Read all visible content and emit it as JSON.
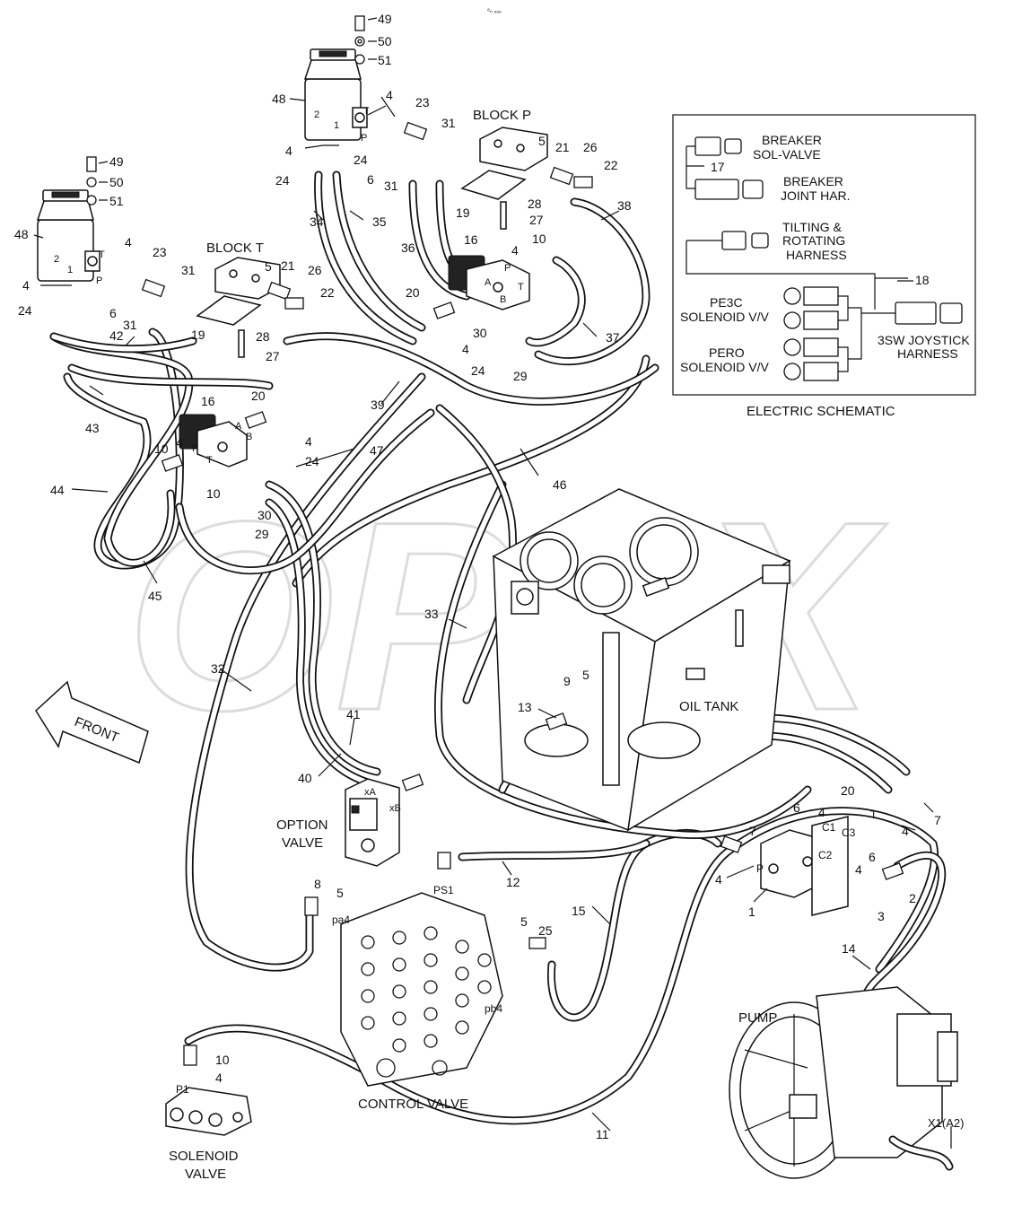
{
  "header": {
    "tiny_mark": "⁸ₙ ₒₒₒ"
  },
  "captions": {
    "block_p": "BLOCK P",
    "block_t": "BLOCK T",
    "oil_tank": "OIL TANK",
    "option_valve_1": "OPTION",
    "option_valve_2": "VALVE",
    "control_valve": "CONTROL VALVE",
    "solenoid_valve_1": "SOLENOID",
    "solenoid_valve_2": "VALVE",
    "pump": "PUMP",
    "front": "FRONT",
    "watermark": "OPEX"
  },
  "schematic": {
    "title": "ELECTRIC SCHEMATIC",
    "breaker_sol_1": "BREAKER",
    "breaker_sol_2": "SOL-VALVE",
    "breaker_joint_1": "BREAKER",
    "breaker_joint_2": "JOINT HAR.",
    "tilting_1": "TILTING &",
    "tilting_2": "ROTATING",
    "tilting_3": "HARNESS",
    "pe3c_1": "PE3C",
    "pe3c_2": "SOLENOID V/V",
    "pero_1": "PERO",
    "pero_2": "SOLENOID V/V",
    "joystick_1": "3SW JOYSTICK",
    "joystick_2": "HARNESS",
    "ref_17": "17",
    "ref_18": "18"
  },
  "ports": {
    "two": "2",
    "one": "1",
    "t": "T",
    "p": "P",
    "a": "A",
    "b": "B",
    "xa": "xA",
    "xb": "xB",
    "ps1": "PS1",
    "pa4": "pa4",
    "pb4": "pb4",
    "c1": "C1",
    "c2": "C2",
    "c3": "C3",
    "p1": "P1",
    "x1a2": "X1(A2)"
  },
  "callouts": {
    "n1": "1",
    "n2": "2",
    "n3": "3",
    "n4": "4",
    "n5": "5",
    "n6": "6",
    "n7": "7",
    "n8": "8",
    "n9": "9",
    "n10": "10",
    "n11": "11",
    "n12": "12",
    "n13": "13",
    "n14": "14",
    "n15": "15",
    "n16": "16",
    "n19": "19",
    "n20": "20",
    "n21": "21",
    "n22": "22",
    "n23": "23",
    "n24": "24",
    "n25": "25",
    "n26": "26",
    "n27": "27",
    "n28": "28",
    "n29": "29",
    "n30": "30",
    "n31": "31",
    "n32": "32",
    "n33": "33",
    "n34": "34",
    "n35": "35",
    "n36": "36",
    "n37": "37",
    "n38": "38",
    "n39": "39",
    "n40": "40",
    "n41": "41",
    "n42": "42",
    "n43": "43",
    "n44": "44",
    "n45": "45",
    "n46": "46",
    "n47": "47",
    "n48": "48",
    "n49": "49",
    "n50": "50",
    "n51": "51"
  }
}
